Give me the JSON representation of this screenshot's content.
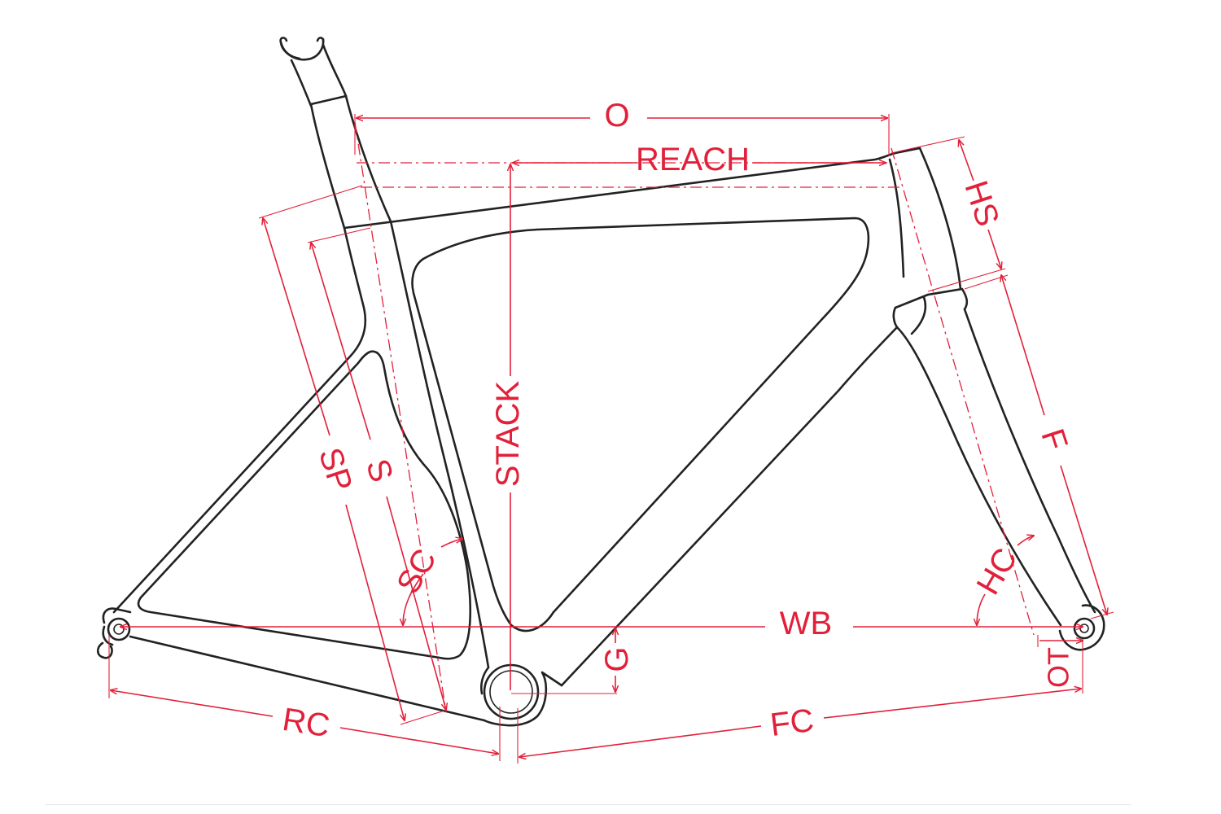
{
  "colors": {
    "dimension": "#e2203a",
    "frame": "#222222",
    "background": "#ffffff"
  },
  "labels": {
    "O": "O",
    "REACH": "REACH",
    "HS": "HS",
    "F": "F",
    "STACK": "STACK",
    "SP": "SP",
    "S": "S",
    "SC": "SC",
    "HC": "HC",
    "WB": "WB",
    "G": "G",
    "OT": "OT",
    "RC": "RC",
    "FC": "FC"
  }
}
